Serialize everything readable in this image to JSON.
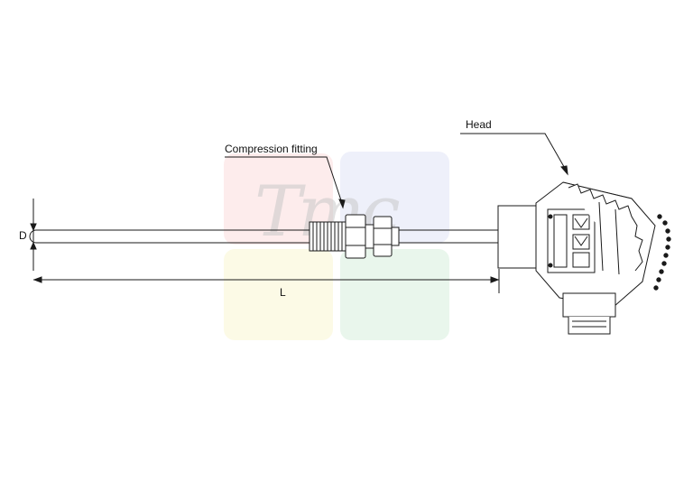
{
  "labels": {
    "head": "Head",
    "compression_fitting": "Compression fitting",
    "diameter": "D",
    "length": "L"
  },
  "colors": {
    "line": "#1a1a1a",
    "watermark_red": "#f9c9c9",
    "watermark_blue": "#cfd3f2",
    "watermark_yellow": "#f7f0b8",
    "watermark_green": "#bfe6c8"
  }
}
